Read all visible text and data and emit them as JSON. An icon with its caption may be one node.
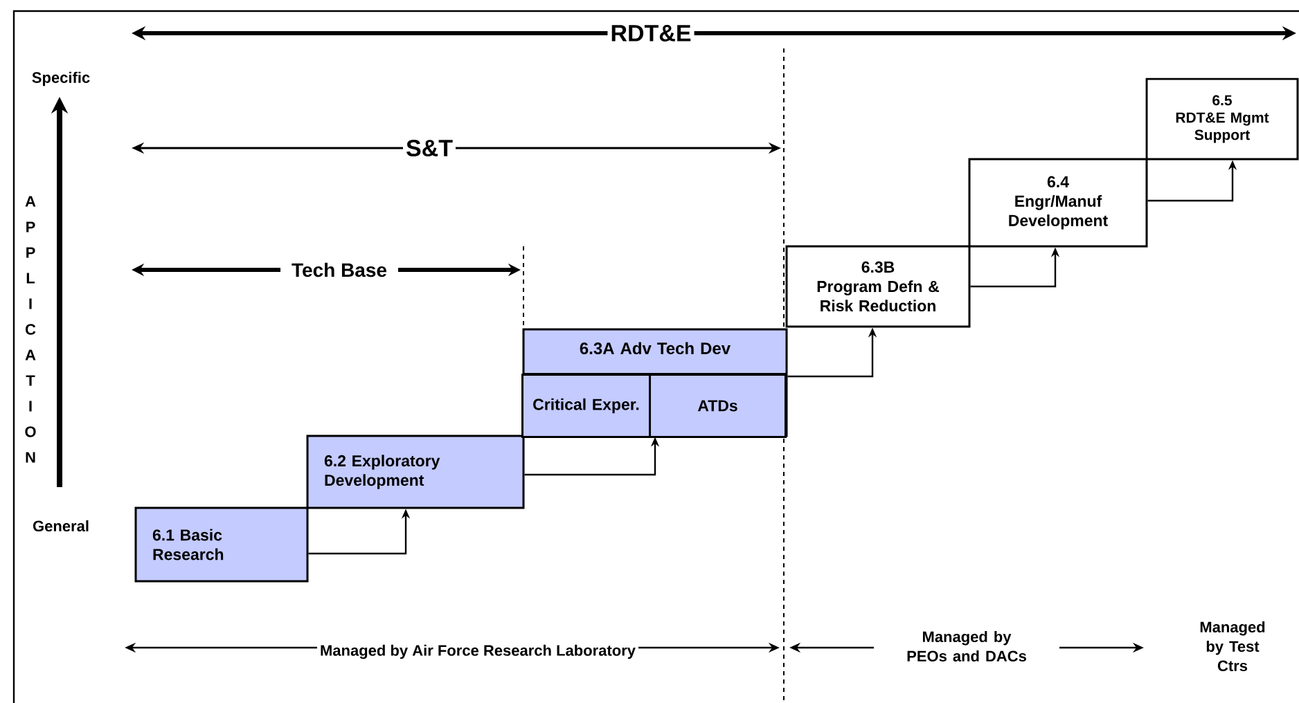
{
  "diagram": {
    "nodes": [
      {
        "text": [
          "6.1 Basic Research"
        ]
      },
      {
        "text": [
          "6.2 Exploratory Development"
        ]
      },
      {
        "text": [
          "6.3A Adv Tech Dev"
        ]
      },
      {
        "text": [
          "Critical Exper."
        ],
        "in": 2
      },
      {
        "text": [
          "ATDs"
        ],
        "in": 2
      },
      {
        "text": [
          "6.3B",
          "Program Defn & Risk Reduction"
        ]
      },
      {
        "text": [
          "6.4",
          "Engr/Manuf Development"
        ]
      },
      {
        "text": [
          "6.5",
          "RDT&E Mgmt Support"
        ]
      }
    ],
    "edges": [
      {
        "from": 0,
        "to": 1,
        "arrow": "to"
      },
      {
        "from": 1,
        "to": 2,
        "arrow": "to"
      },
      {
        "from": 2,
        "to": 5,
        "arrow": "to"
      },
      {
        "from": 5,
        "to": 6,
        "arrow": "to"
      },
      {
        "from": 6,
        "to": 7,
        "arrow": "to"
      }
    ],
    "labels": [
      "RDT&E",
      "Specific",
      "S&T",
      "APPLICATION",
      "Tech Base",
      "General",
      "Managed by Air Force Research Laboratory",
      "Managed by PEOs and DACs",
      "Managed by Test Ctrs"
    ]
  }
}
